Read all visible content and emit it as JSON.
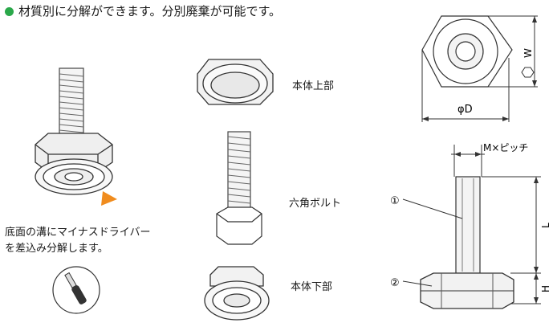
{
  "headline": "材質別に分解ができます。分別廃棄が可能です。",
  "parts": {
    "upper": "本体上部",
    "bolt": "六角ボルト",
    "lower": "本体下部"
  },
  "instruction": {
    "line1": "底面の溝にマイナスドライバー",
    "line2": "を差込み分解します。"
  },
  "dimensions": {
    "diameter": "φD",
    "width": "W",
    "thread": "M×ピッチ",
    "length": "L",
    "height": "H",
    "item1": "①",
    "item2": "②"
  },
  "colors": {
    "bullet": "#2aa84a",
    "pointer": "#f08c1e"
  }
}
